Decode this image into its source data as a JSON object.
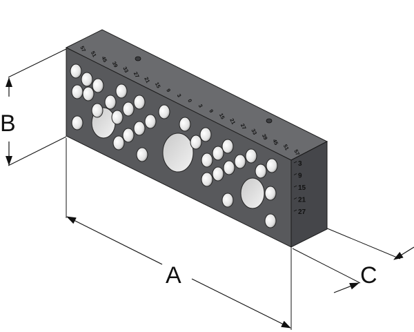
{
  "dimensions": {
    "a": "A",
    "b": "B",
    "c": "C"
  },
  "top_scale_left": [
    "57",
    "51",
    "45",
    "39",
    "33",
    "27",
    "21",
    "15",
    "9",
    "3"
  ],
  "top_scale_zero": "0",
  "top_scale_right": [
    "3",
    "9",
    "15",
    "21",
    "27",
    "33",
    "39",
    "45",
    "51",
    "57"
  ],
  "side_scale": [
    "3",
    "9",
    "15",
    "21",
    "27"
  ],
  "colors": {
    "front_face": "#555659",
    "top_face": "#6a6b6e",
    "side_face": "#3e3f42",
    "pin": "#e6e6e6",
    "line": "#111111"
  }
}
